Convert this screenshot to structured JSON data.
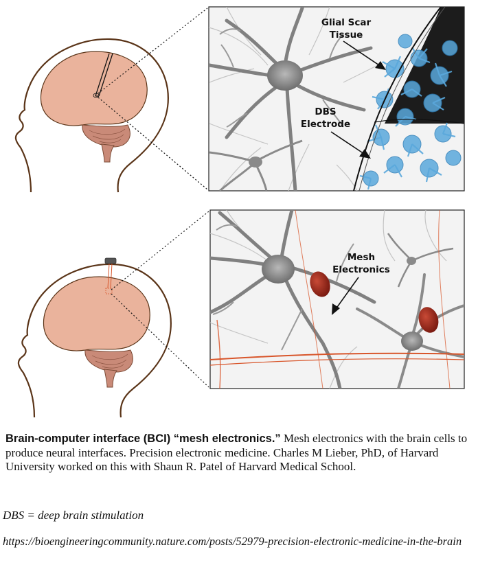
{
  "panels": {
    "top": {
      "glial_label_1": "Glial Scar",
      "glial_label_2": "Tissue",
      "dbs_label_1": "DBS",
      "dbs_label_2": "Electrode"
    },
    "bottom": {
      "mesh_label_1": "Mesh",
      "mesh_label_2": "Electronics"
    }
  },
  "caption": {
    "heading": "Brain-computer interface (BCI) “mesh electronics.”",
    "body": " Mesh electronics with the brain cells to produce neural interfaces. Precision electronic medicine. Charles M Lieber, PhD, of Harvard University worked on this with Shaun R. Patel of Harvard Medical School."
  },
  "abbreviation": "DBS = deep brain stimulation",
  "source_url": "https://bioengineeringcommunity.nature.com/posts/52979-precision-electronic-medicine-in-the-brain",
  "colors": {
    "brain": "#eab39c",
    "cerebellum": "#c98a78",
    "outline": "#5a3418",
    "glia": "#5aa8dc",
    "mesh": "#d8552a",
    "cell_body": "#a52a1e",
    "panel_bg": "#f3f3f3"
  }
}
